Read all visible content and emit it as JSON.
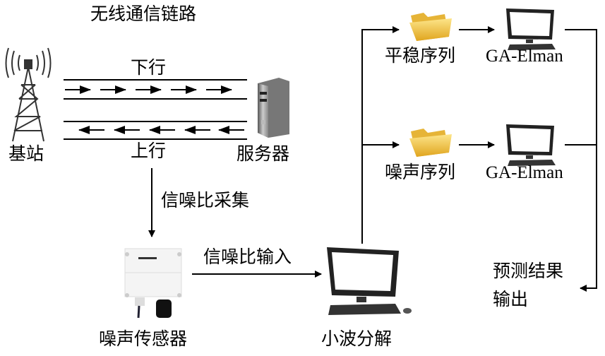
{
  "title": "无线通信链路",
  "labels": {
    "downlink": "下行",
    "uplink": "上行",
    "base_station": "基站",
    "server": "服务器",
    "snr_collect": "信噪比采集",
    "noise_sensor": "噪声传感器",
    "snr_input": "信噪比输入",
    "wavelet": "小波分解",
    "stationary_seq": "平稳序列",
    "noise_seq": "噪声序列",
    "model_1": "GA-Elman",
    "model_2": "GA-Elman",
    "output_line1": "预测结果",
    "output_line2": "输出"
  },
  "icons": [
    "tower-icon",
    "server-icon",
    "sensor-icon",
    "computer-icon",
    "folder-icon"
  ]
}
